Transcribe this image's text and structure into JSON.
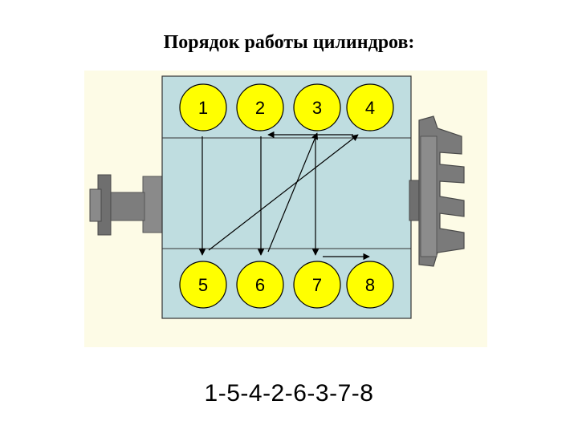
{
  "title": "Порядок работы цилиндров:",
  "firing_order": "1-5-4-2-6-3-7-8",
  "colors": {
    "background_panel": "#fdfbe6",
    "engine_block": "#bfdde0",
    "cylinder": "#ffff00",
    "metal": "#7d7d7d",
    "arrow": "#000000"
  },
  "cylinders": {
    "top": [
      "1",
      "2",
      "3",
      "4"
    ],
    "bottom": [
      "5",
      "6",
      "7",
      "8"
    ]
  },
  "firing_sequence": [
    "1",
    "5",
    "4",
    "2",
    "6",
    "3",
    "7",
    "8"
  ]
}
